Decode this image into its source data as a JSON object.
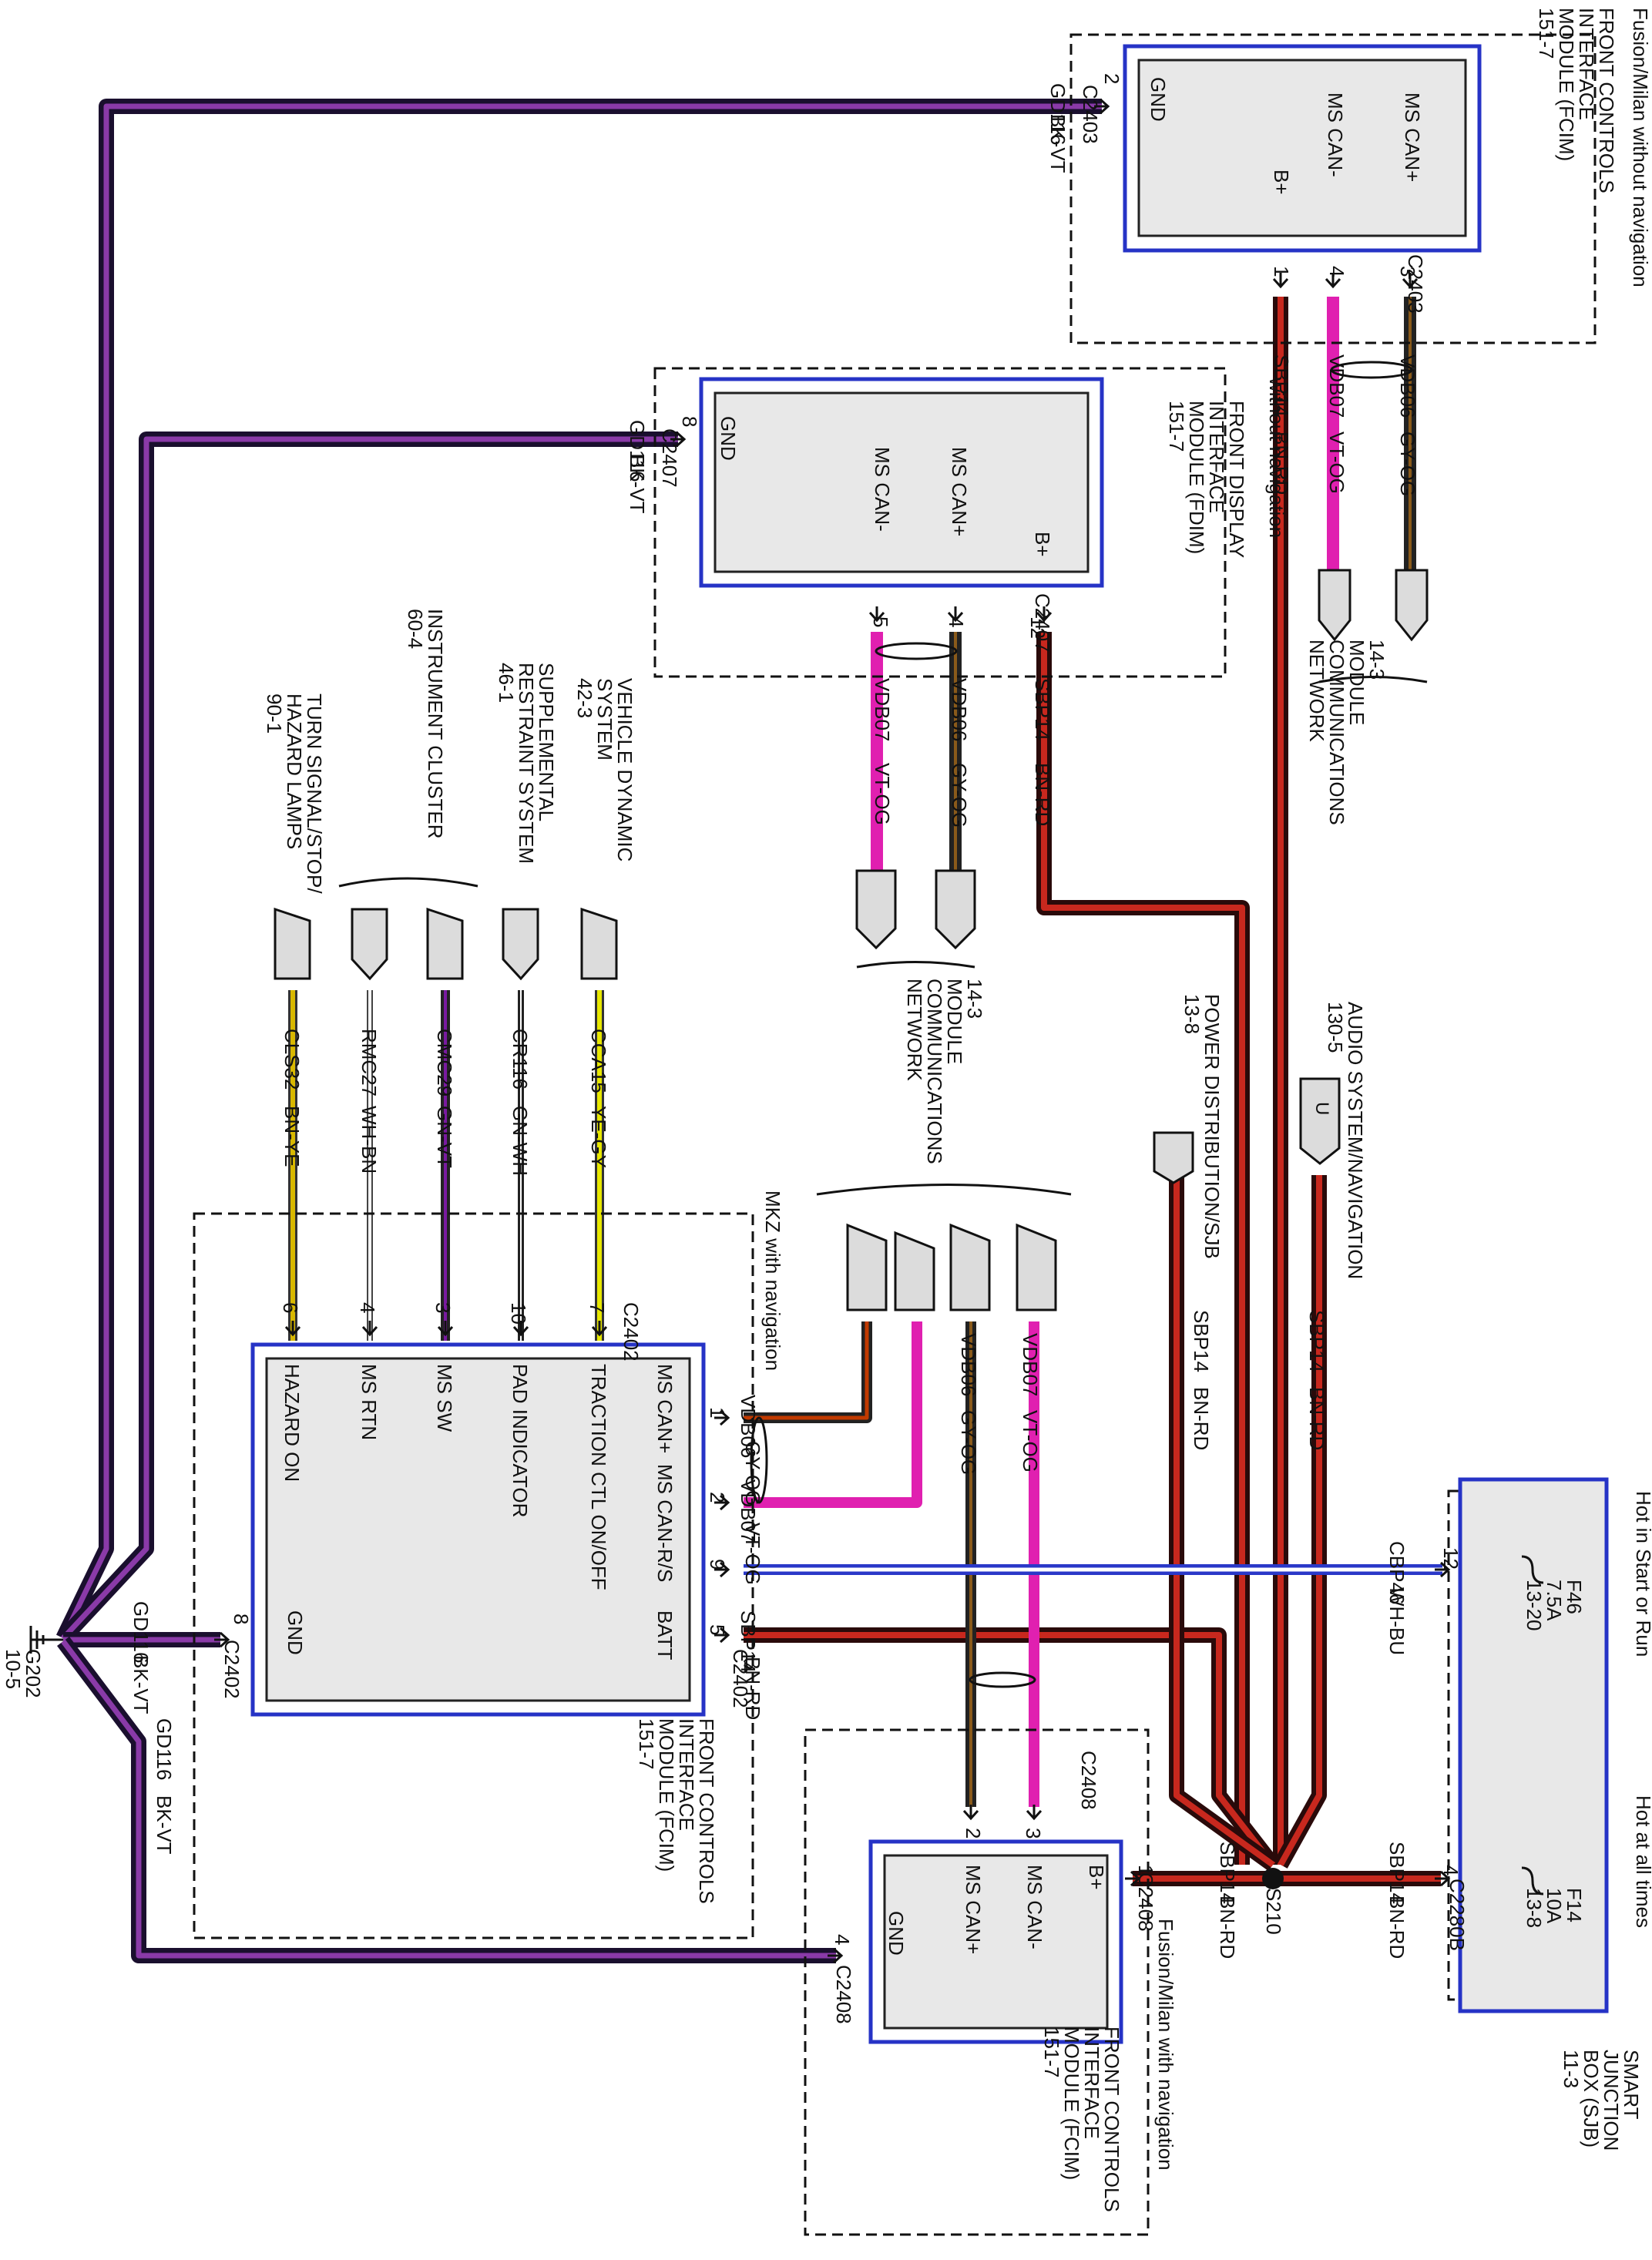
{
  "colors": {
    "bk_vt_outer": "#1a0f2e",
    "bk_vt_inner": "#8a3aa8",
    "bn_rd_outer": "#2a0a0a",
    "bn_rd_inner": "#c8281e",
    "gy_og": "#222222",
    "gy_og_stripe": "#8a5a1a",
    "vt_og": "#e020b0",
    "wh_bu": "#2a38c8",
    "module_border": "#2633c6",
    "module_fill": "#e8e8e8",
    "ye_gy": "#e8e800",
    "bn_ye": "#d8b800",
    "wh_bn": "#8a6040"
  },
  "ground": {
    "id": "G202",
    "ref": "10-5"
  },
  "splice": {
    "id": "S210"
  },
  "fcim_top": {
    "variant": "Fusion/Milan without navigation",
    "title": [
      "FRONT CONTROLS",
      "INTERFACE",
      "MODULE (FCIM)",
      "151-7"
    ],
    "pins": {
      "gnd": "GND",
      "can_p": "MS CAN+",
      "can_m": "MS CAN-",
      "bplus": "B+"
    },
    "connector": "C2403",
    "pin_gnd": "2",
    "pin_nums": [
      "1",
      "4",
      "3"
    ],
    "gnd_circuit": "GD116",
    "gnd_color": "BK-VT",
    "wires": [
      {
        "circuit": "SBP14",
        "color": "BN-RD"
      },
      {
        "circuit": "VDB07",
        "color": "VT-OG"
      },
      {
        "circuit": "VDB06",
        "color": "GY-OG"
      }
    ],
    "network": [
      "14-3",
      "MODULE",
      "COMMUNICATIONS",
      "NETWORK"
    ]
  },
  "fdim": {
    "variant": "without navigation",
    "title": [
      "FRONT DISPLAY",
      "INTERFACE",
      "MODULE (FDIM)",
      "151-7"
    ],
    "pins": {
      "gnd": "GND",
      "can_p": "MS CAN+",
      "can_m": "MS CAN-",
      "bplus": "B+"
    },
    "connector": "C2407",
    "pin_gnd": "8",
    "pin_nums": [
      "5",
      "4",
      "12"
    ],
    "gnd_circuit": "GD116",
    "gnd_color": "BK-VT",
    "wires": [
      {
        "circuit": "VDB07",
        "color": "VT-OG"
      },
      {
        "circuit": "VDB06",
        "color": "GY-OG"
      },
      {
        "circuit": "SBP14",
        "color": "BN-RD"
      }
    ],
    "network": [
      "14-3",
      "MODULE",
      "COMMUNICATIONS",
      "NETWORK"
    ]
  },
  "side_systems": {
    "vds": [
      "VEHICLE DYNAMIC",
      "SYSTEM",
      "42-3"
    ],
    "srs": [
      "SUPPLEMENTAL",
      "RESTRAINT SYSTEM",
      "46-1"
    ],
    "ic": [
      "INSTRUMENT CLUSTER",
      "60-4"
    ],
    "turn": [
      "TURN SIGNAL/STOP/",
      "HAZARD LAMPS",
      "90-1"
    ]
  },
  "side_wires": [
    {
      "circuit": "CCA15",
      "color": "YE-GY",
      "pin": "7"
    },
    {
      "circuit": "CR116",
      "color": "GN-WH",
      "pin": "10"
    },
    {
      "circuit": "CMC29",
      "color": "GN-VT",
      "pin": "3"
    },
    {
      "circuit": "RMC27",
      "color": "WH-BN",
      "pin": "4"
    },
    {
      "circuit": "CLS32",
      "color": "BN-YE",
      "pin": "6"
    }
  ],
  "fcim_mkz": {
    "variant": "MKZ with navigation",
    "title": [
      "FRONT CONTROLS",
      "INTERFACE",
      "MODULE (FCIM)",
      "151-7"
    ],
    "connector": "C2402",
    "pins_side": [
      "TRACTION CTL ON/OFF",
      "PAD INDICATOR",
      "MS SW",
      "MS RTN",
      "HAZARD ON"
    ],
    "pins_bottom": [
      {
        "label": "MS CAN+",
        "num": "1"
      },
      {
        "label": "MS CAN-",
        "num": "2"
      },
      {
        "label": "R/S",
        "num": "9"
      },
      {
        "label": "BATT",
        "num": "5"
      }
    ],
    "gnd_label": "GND",
    "gnd_pin": "8",
    "gnd_circuit": "GD116",
    "gnd_color": "BK-VT",
    "wires": [
      {
        "circuit": "VDB06",
        "color": "GY-OG"
      },
      {
        "circuit": "VDB07",
        "color": "VT-OG"
      },
      {
        "circuit": "SBP14",
        "color": "BN-RD"
      }
    ],
    "rs_circuit": "CBP46",
    "rs_color": "WH-BU",
    "rs_pin": "12"
  },
  "mid_wires": [
    {
      "circuit": "VDB06",
      "color": "GY-OG"
    },
    {
      "circuit": "VDB07",
      "color": "VT-OG"
    }
  ],
  "audio": {
    "label": [
      "AUDIO SYSTEM/NAVIGATION",
      "130-5"
    ],
    "glyph": "U",
    "circuit": "SBP14",
    "color": "BN-RD"
  },
  "power_dist": {
    "label": [
      "POWER DISTRIBUTION/SJB",
      "13-8"
    ],
    "circuit": "SBP14",
    "color": "BN-RD"
  },
  "sjb": {
    "title": [
      "SMART",
      "JUNCTION",
      "BOX (SJB)",
      "11-3"
    ],
    "hot_run": "Hot in Start or Run",
    "hot_all": "Hot at all times",
    "fuse_run": [
      "F46",
      "7.5A",
      "13-20"
    ],
    "fuse_all": [
      "F14",
      "10A",
      "13-8"
    ],
    "conn_all": "C2280B",
    "pin_all": "4",
    "feed_circuit": "SBP14",
    "feed_color": "BN-RD"
  },
  "fcim_bottom": {
    "variant": "Fusion/Milan with navigation",
    "title": [
      "FRONT CONTROLS",
      "INTERFACE",
      "MODULE (FCIM)",
      "151-7"
    ],
    "pins": {
      "gnd": "GND",
      "can_p": "MS CAN+",
      "can_m": "MS CAN-",
      "bplus": "B+"
    },
    "connector": "C2408",
    "pin_gnd": "4",
    "pin_can_p": "2",
    "pin_can_m": "3",
    "pin_bplus": "1",
    "gnd_circuit": "GD116",
    "gnd_color": "BK-VT",
    "feed_circuit": "SBP14",
    "feed_color": "BN-RD"
  }
}
